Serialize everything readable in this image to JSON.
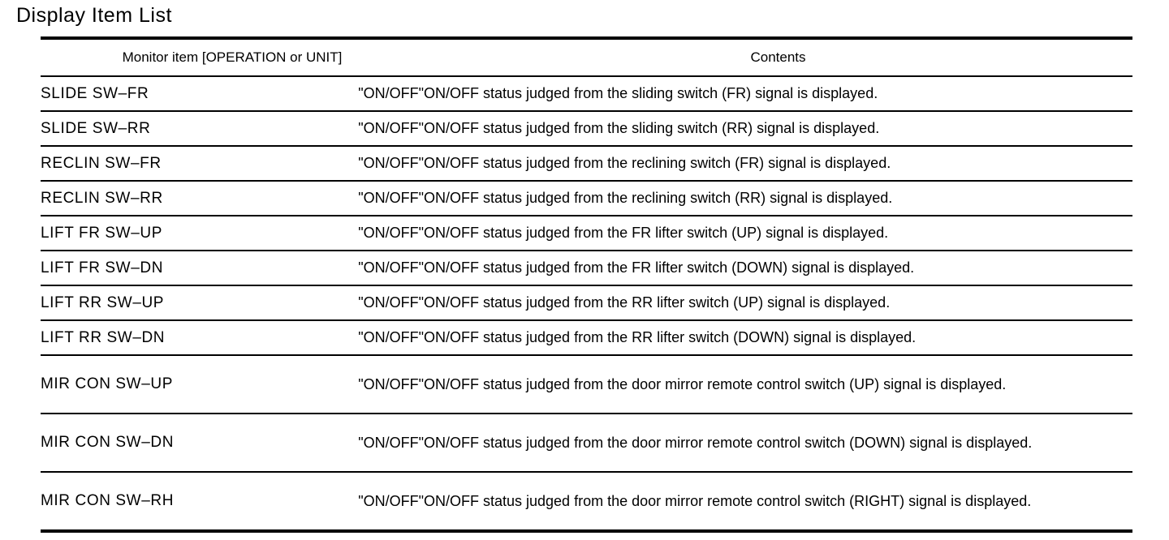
{
  "page": {
    "title": "Display Item List"
  },
  "table": {
    "headers": {
      "monitor_item": "Monitor item [OPERATION or UNIT]",
      "contents": "Contents"
    },
    "rows": [
      {
        "name": "SLIDE  SW–FR",
        "unit": "\"ON/OFF\"",
        "contents": "ON/OFF status judged from the sliding switch (FR) signal is displayed.",
        "tall": false
      },
      {
        "name": "SLIDE  SW–RR",
        "unit": "\"ON/OFF\"",
        "contents": "ON/OFF status judged from the sliding switch (RR) signal is displayed.",
        "tall": false
      },
      {
        "name": "RECLIN  SW–FR",
        "unit": "\"ON/OFF\"",
        "contents": "ON/OFF status judged from the reclining switch (FR) signal is displayed.",
        "tall": false
      },
      {
        "name": "RECLIN  SW–RR",
        "unit": "\"ON/OFF\"",
        "contents": "ON/OFF status judged from the reclining switch (RR) signal is displayed.",
        "tall": false
      },
      {
        "name": "LIFT  FR  SW–UP",
        "unit": "\"ON/OFF\"",
        "contents": "ON/OFF status judged from the FR lifter switch (UP) signal is displayed.",
        "tall": false
      },
      {
        "name": "LIFT  FR  SW–DN",
        "unit": "\"ON/OFF\"",
        "contents": "ON/OFF status judged from the FR lifter switch (DOWN) signal is displayed.",
        "tall": false
      },
      {
        "name": "LIFT  RR  SW–UP",
        "unit": "\"ON/OFF\"",
        "contents": "ON/OFF status judged from the RR lifter switch (UP) signal is displayed.",
        "tall": false
      },
      {
        "name": "LIFT  RR  SW–DN",
        "unit": "\"ON/OFF\"",
        "contents": "ON/OFF status judged from the RR lifter switch (DOWN) signal is displayed.",
        "tall": false
      },
      {
        "name": "MIR  CON  SW–UP",
        "unit": "\"ON/OFF\"",
        "contents": "ON/OFF status judged from the door mirror remote control switch (UP) signal is displayed.",
        "tall": true
      },
      {
        "name": "MIR  CON  SW–DN",
        "unit": "\"ON/OFF\"",
        "contents": "ON/OFF status judged from the door mirror remote control switch (DOWN) signal is displayed.",
        "tall": true
      },
      {
        "name": "MIR  CON  SW–RH",
        "unit": "\"ON/OFF\"",
        "contents": "ON/OFF status judged from the door mirror remote control switch (RIGHT) signal is displayed.",
        "tall": true
      }
    ]
  }
}
